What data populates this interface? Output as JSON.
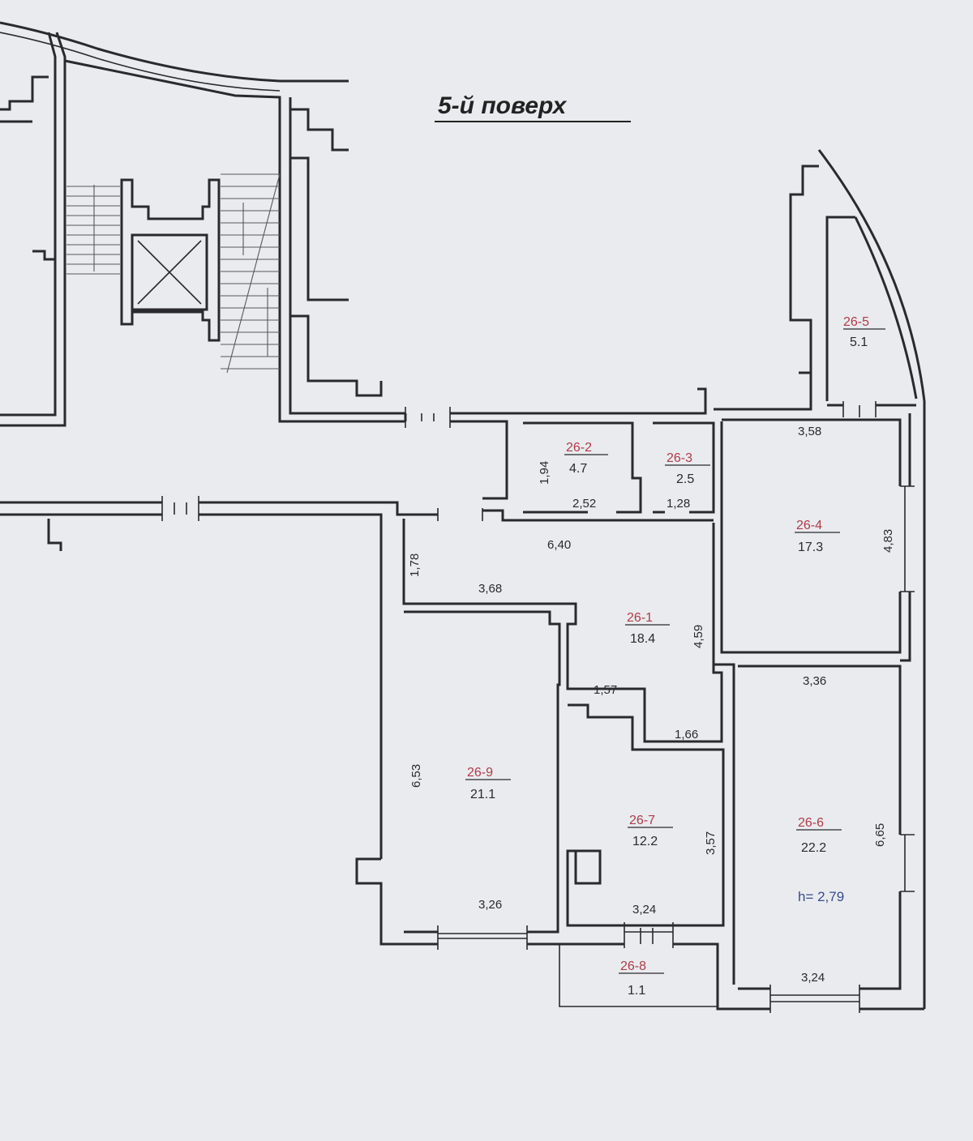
{
  "title": "5-й поверх",
  "ceiling_height": "h= 2,79",
  "rooms": [
    {
      "id": "26-1",
      "area": "18.4"
    },
    {
      "id": "26-2",
      "area": "4.7"
    },
    {
      "id": "26-3",
      "area": "2.5"
    },
    {
      "id": "26-4",
      "area": "17.3"
    },
    {
      "id": "26-5",
      "area": "5.1"
    },
    {
      "id": "26-6",
      "area": "22.2"
    },
    {
      "id": "26-7",
      "area": "12.2"
    },
    {
      "id": "26-8",
      "area": "1.1"
    },
    {
      "id": "26-9",
      "area": "21.1"
    }
  ],
  "dimensions": {
    "r2_h": "1,94",
    "r2_w": "2,52",
    "r3_w": "1,28",
    "r4_top": "3,58",
    "r4_side": "4,83",
    "r1_top": "6,40",
    "r1_left": "1,78",
    "r1_mid": "3,68",
    "r1_side": "4,59",
    "r1_a": "1,57",
    "r1_b": "1,66",
    "r6_top": "3,36",
    "r6_side": "6,65",
    "r6_bottom": "3,24",
    "r9_side": "6,53",
    "r9_bottom": "3,26",
    "r7_side": "3,57",
    "r7_bottom": "3,24"
  },
  "colors": {
    "ink": "#2a2a2e",
    "room_id": "#b03a4a",
    "note": "#3a4d8c",
    "paper": "#e9ebee"
  }
}
